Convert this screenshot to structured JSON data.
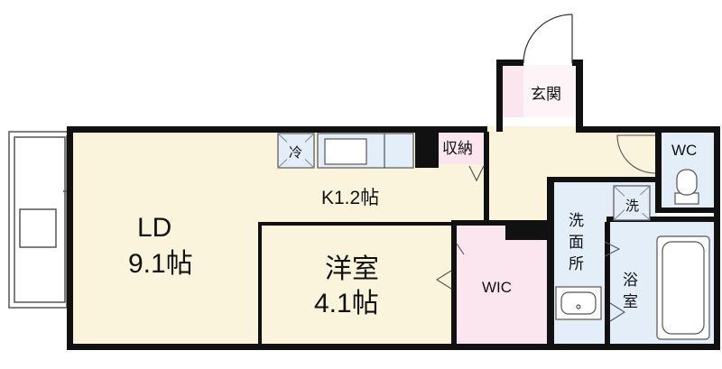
{
  "colors": {
    "wall": "#111111",
    "ldk": "#fbf4dc",
    "wet": "#e4eef9",
    "pink": "#fbe6ef",
    "white": "#ffffff",
    "line": "#555555"
  },
  "rooms": {
    "ld_name": "LD",
    "ld_size": "9.1帖",
    "kitchen": "K1.2帖",
    "western_name": "洋室",
    "western_size": "4.1帖",
    "wic": "WIC",
    "entrance": "玄関",
    "storage": "収納",
    "wc": "WC",
    "washroom": [
      "洗",
      "面",
      "所"
    ],
    "bath": [
      "浴",
      "室"
    ]
  },
  "fixtures": {
    "fridge": "冷",
    "washer": "洗"
  }
}
